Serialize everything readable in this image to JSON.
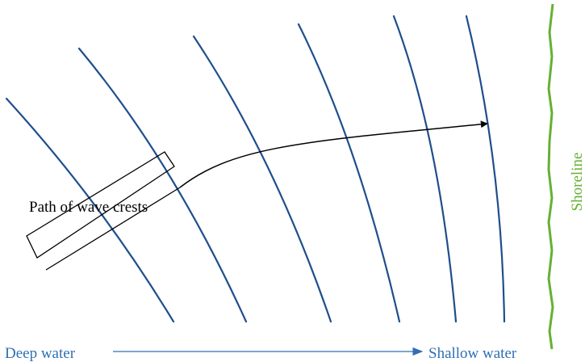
{
  "labels": {
    "path": "Path of wave crests",
    "deep": "Deep water",
    "shallow": "Shallow water",
    "shoreline": "Shoreline"
  },
  "colors": {
    "crest": "#1f4e8c",
    "text_blue": "#2f6fb5",
    "shoreline": "#66b032",
    "arrow": "#000000",
    "box": "#000000"
  }
}
